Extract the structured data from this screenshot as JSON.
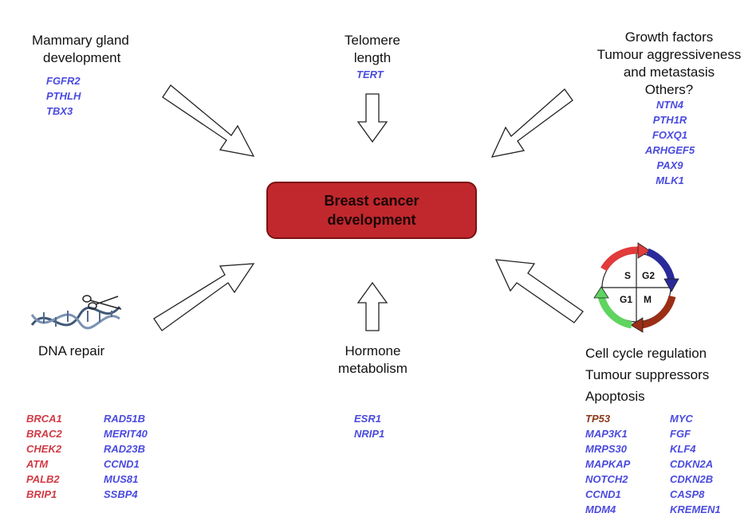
{
  "center": {
    "line1": "Breast cancer",
    "line2": "development"
  },
  "mammary": {
    "lines": [
      "Mammary gland",
      "development"
    ],
    "genes": [
      "FGFR2",
      "PTHLH",
      "TBX3"
    ]
  },
  "telomere": {
    "lines": [
      "Telomere",
      "length"
    ],
    "genes": [
      "TERT"
    ]
  },
  "growth": {
    "lines": [
      "Growth factors",
      "Tumour aggressiveness",
      "and metastasis",
      "Others?"
    ],
    "genes": [
      "NTN4",
      "PTH1R",
      "FOXQ1",
      "ARHGEF5",
      "PAX9",
      "MLK1"
    ]
  },
  "dna": {
    "label": "DNA repair",
    "genes_col1": [
      "BRCA1",
      "BRAC2",
      "CHEK2",
      "ATM",
      "PALB2",
      "BRIP1"
    ],
    "genes_col2": [
      "RAD51B",
      "MERIT40",
      "RAD23B",
      "CCND1",
      "MUS81",
      "SSBP4"
    ]
  },
  "hormone": {
    "lines": [
      "Hormone",
      "metabolism"
    ],
    "genes": [
      "ESR1",
      "NRIP1"
    ]
  },
  "cellcycle": {
    "lines": [
      "Cell cycle regulation",
      "Tumour suppressors",
      "Apoptosis"
    ],
    "genes_col1": [
      "TP53",
      "MAP3K1",
      "MRPS30",
      "MAPKAP",
      "NOTCH2",
      "CCND1",
      "MDM4"
    ],
    "genes_col2": [
      "MYC",
      "FGF",
      "KLF4",
      "CDKN2A",
      "CDKN2B",
      "CASP8",
      "KREMEN1"
    ],
    "phases": {
      "s": "S",
      "g2": "G2",
      "g1": "G1",
      "m": "M"
    }
  },
  "colors": {
    "gene_blue": "#4a4ae0",
    "gene_red": "#d03a45",
    "box_fill": "#c0282d"
  }
}
